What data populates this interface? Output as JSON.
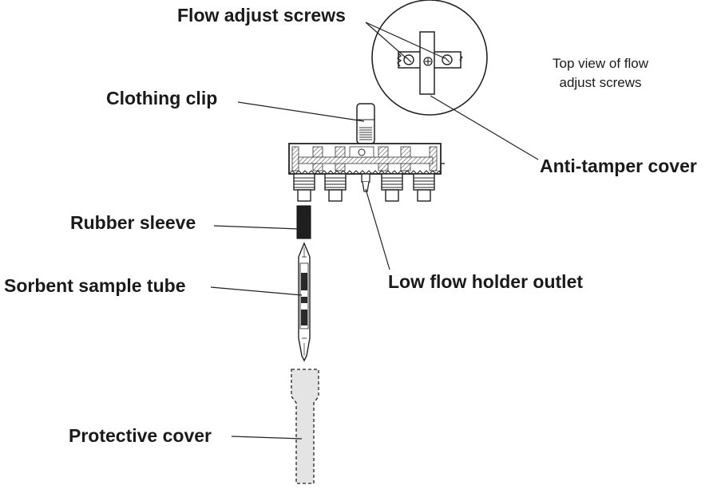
{
  "labels": {
    "flow_adjust_screws": "Flow adjust screws",
    "clothing_clip": "Clothing clip",
    "anti_tamper_cover": "Anti-tamper cover",
    "rubber_sleeve": "Rubber sleeve",
    "sorbent_sample_tube": "Sorbent sample tube",
    "low_flow_holder_outlet": "Low flow holder outlet",
    "protective_cover": "Protective cover"
  },
  "inset_note": {
    "line1": "Top view of flow",
    "line2": "adjust screws"
  }
}
